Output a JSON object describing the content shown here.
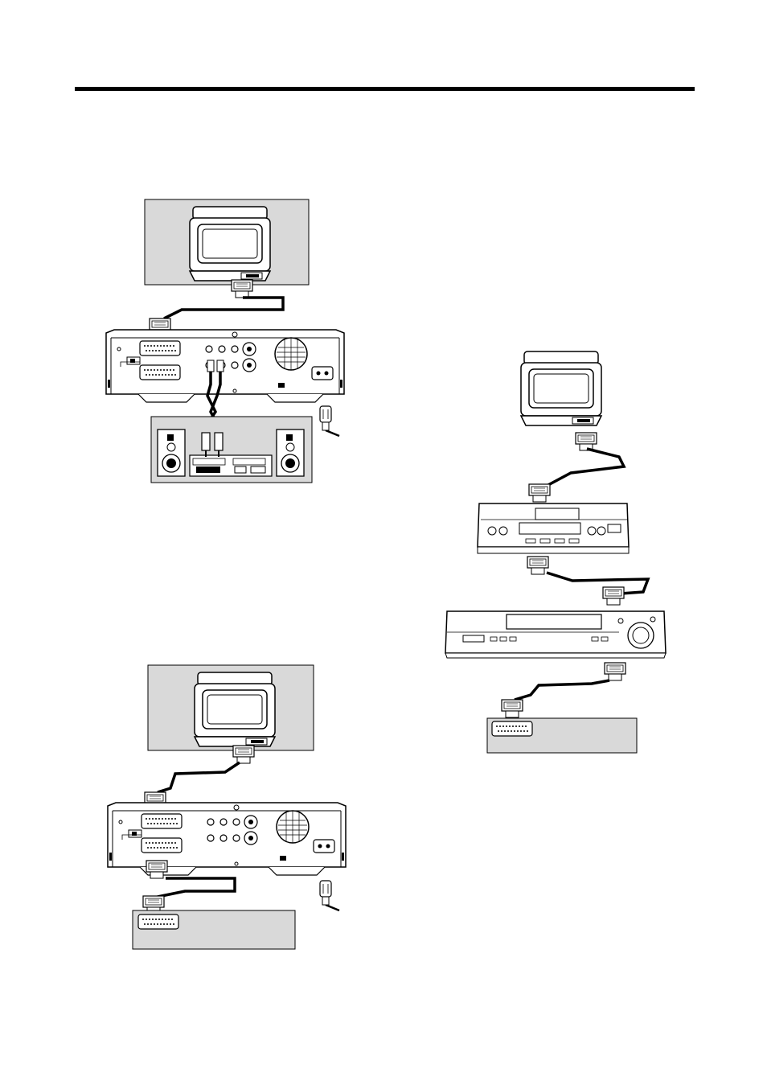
{
  "page": {
    "figures": [
      {
        "id": "fig-tv-vcr-audio",
        "devices": [
          "television",
          "video-recorder-rear-panel",
          "audio-system",
          "power-plug"
        ]
      },
      {
        "id": "fig-tv-vcr-decoder",
        "devices": [
          "television",
          "video-recorder-rear-panel",
          "decoder-box",
          "power-plug"
        ]
      },
      {
        "id": "fig-tv-vcr-vcr-decoder",
        "devices": [
          "television",
          "video-recorder-front",
          "second-video-recorder",
          "decoder-box"
        ]
      }
    ],
    "colors": {
      "panel_gray": "#d9d9d9",
      "line": "#000000",
      "background": "#ffffff"
    }
  }
}
